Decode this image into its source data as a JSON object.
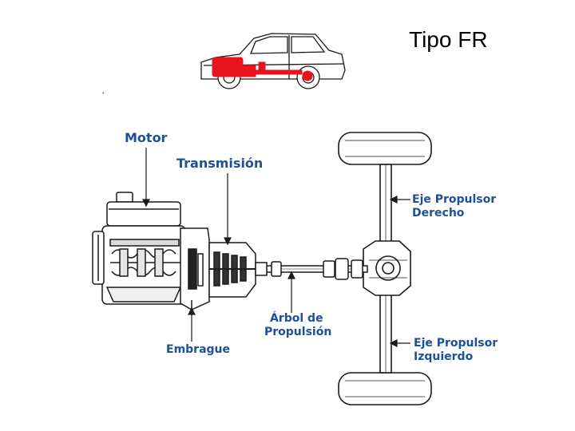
{
  "slide": {
    "title": "Tipo FR"
  },
  "labels": {
    "motor": "Motor",
    "transmision": "Transmisión",
    "embrague": "Embrague",
    "arbol_line1": "Árbol de",
    "arbol_line2": "Propulsión",
    "eje_derecho_line1": "Eje Propulsor",
    "eje_derecho_line2": "Derecho",
    "eje_izquierdo_line1": "Eje Propulsor",
    "eje_izquierdo_line2": "Izquierdo"
  },
  "colors": {
    "label_blue": "#1e4f9a",
    "drivetrain_highlight": "#e8141b",
    "line_art": "#1a1a1a"
  }
}
